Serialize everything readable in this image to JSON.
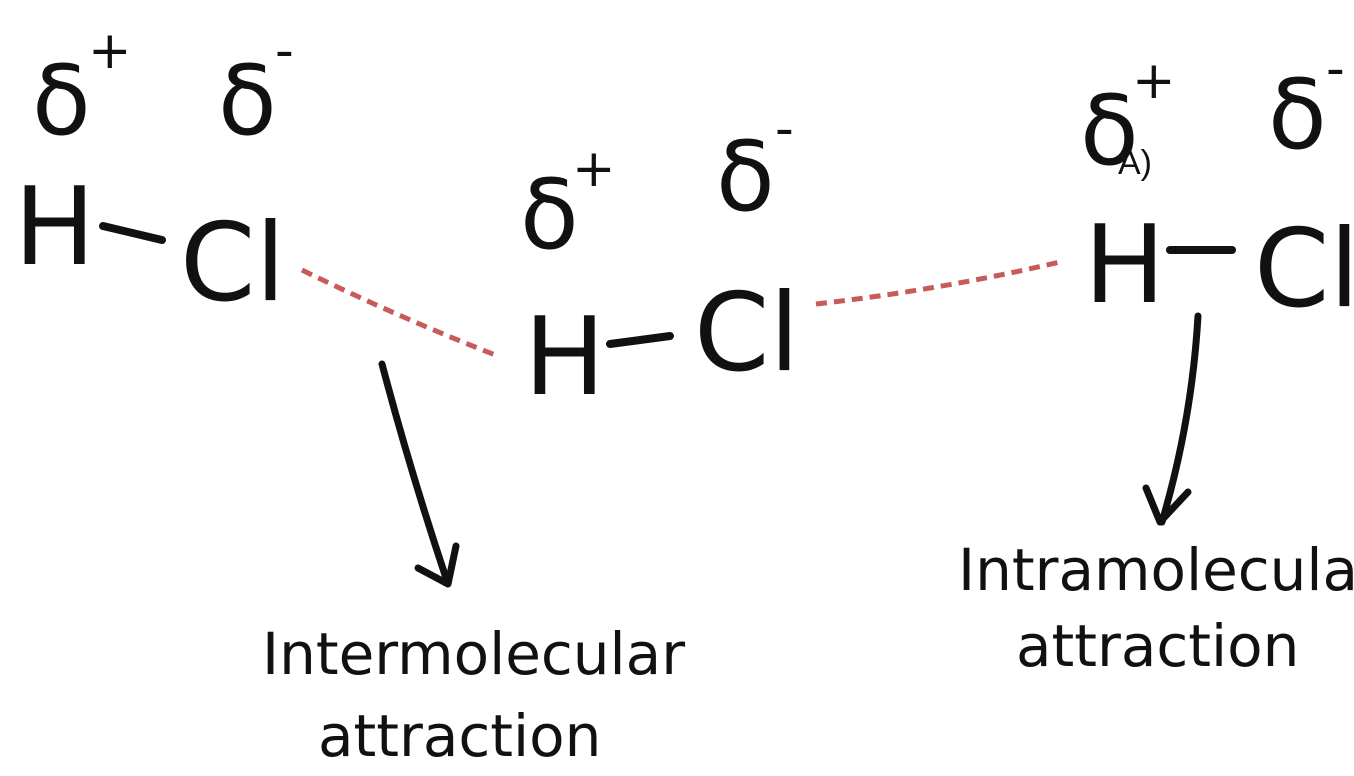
{
  "colors": {
    "ink": "#111111",
    "intermolecular_dash": "#c85a5a",
    "background": "#ffffff"
  },
  "molecules": [
    {
      "h": "H",
      "cl": "Cl",
      "delta_h": "δ",
      "sign_h": "+",
      "delta_cl": "δ",
      "sign_cl": "-"
    },
    {
      "h": "H",
      "cl": "Cl",
      "delta_h": "δ",
      "sign_h": "+",
      "delta_cl": "δ",
      "sign_cl": "-"
    },
    {
      "h": "H",
      "cl": "Cl",
      "delta_h": "δ",
      "sign_h": "+",
      "delta_cl": "δ",
      "sign_cl": "-"
    }
  ],
  "labels": {
    "intermolecular": [
      "Intermolecular",
      "attraction"
    ],
    "intramolecular": [
      "Intramolecular",
      "attraction"
    ]
  },
  "marker": "A)"
}
